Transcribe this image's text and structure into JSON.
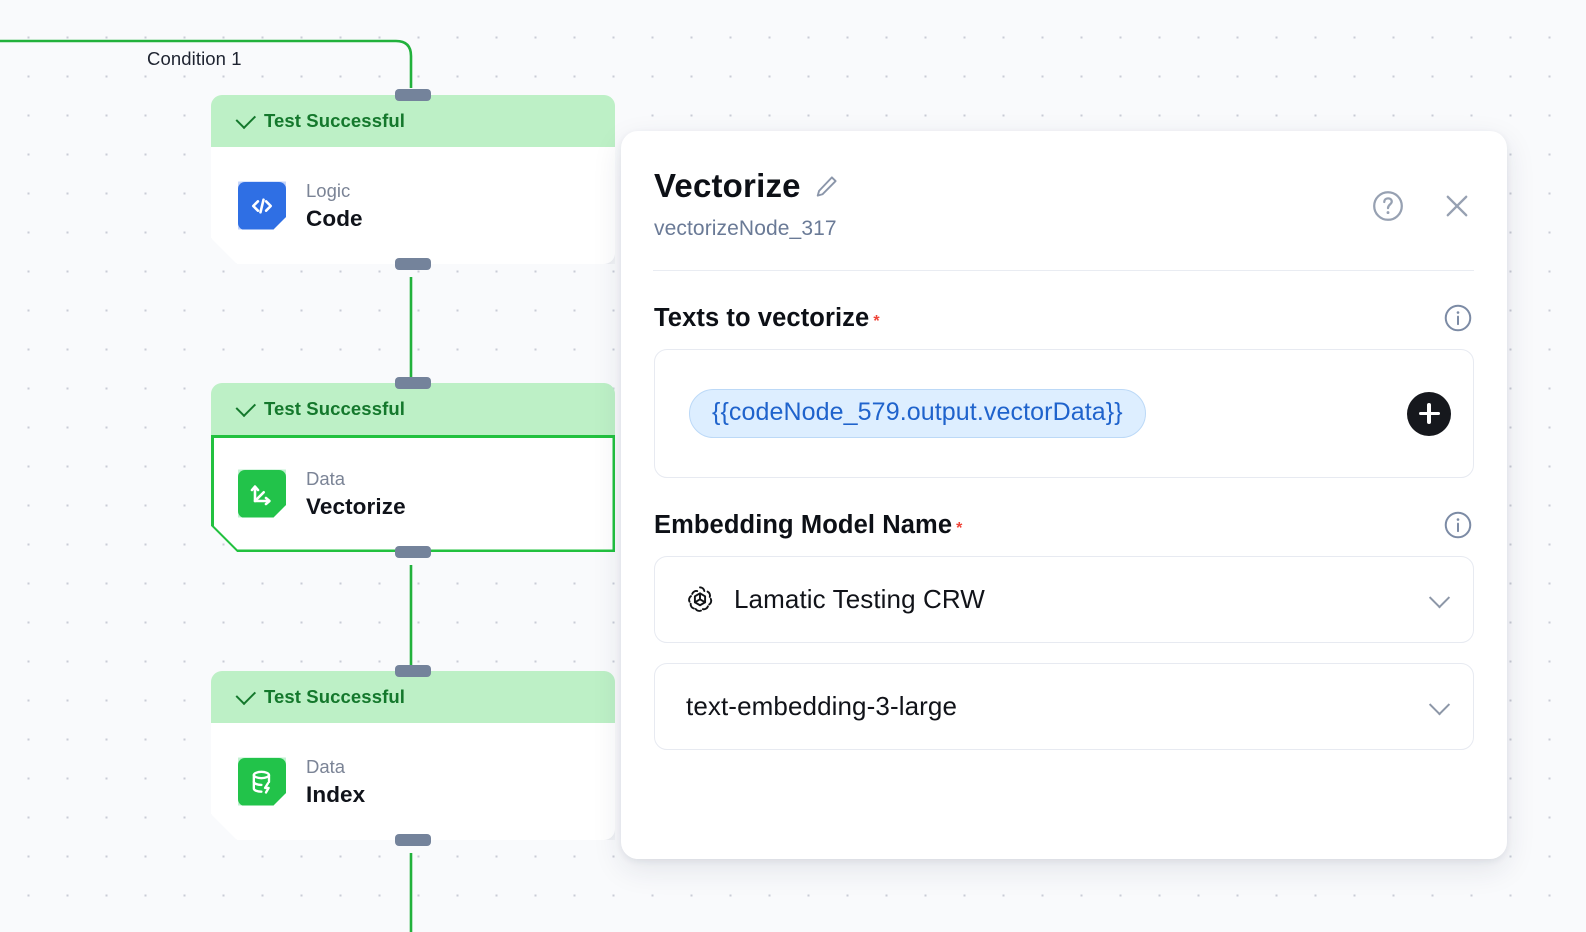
{
  "canvas": {
    "edge_label": "Condition 1",
    "edge_color": "#22b13c",
    "nodes": [
      {
        "status": "Test Successful",
        "kicker": "Logic",
        "title": "Code",
        "icon": "code-brackets-icon",
        "icon_color": "#2f6fe4",
        "selected": false
      },
      {
        "status": "Test Successful",
        "kicker": "Data",
        "title": "Vectorize",
        "icon": "vector-axes-icon",
        "icon_color": "#22c34a",
        "selected": true
      },
      {
        "status": "Test Successful",
        "kicker": "Data",
        "title": "Index",
        "icon": "database-bolt-icon",
        "icon_color": "#22c34a",
        "selected": false
      }
    ]
  },
  "panel": {
    "title": "Vectorize",
    "edit_icon": "pencil-icon",
    "subtitle": "vectorizeNode_317",
    "help_icon": "question-circle-icon",
    "close_icon": "close-icon",
    "fields": {
      "texts": {
        "label": "Texts to vectorize",
        "required": "*",
        "info_icon": "info-circle-icon",
        "tokens": [
          "{{codeNode_579.output.vectorData}}"
        ],
        "add_label": "+"
      },
      "embedding": {
        "label": "Embedding Model Name",
        "required": "*",
        "info_icon": "info-circle-icon",
        "provider_icon": "openai-logo-icon",
        "credential_value": "Lamatic Testing CRW",
        "model_value": "text-embedding-3-large"
      }
    }
  }
}
